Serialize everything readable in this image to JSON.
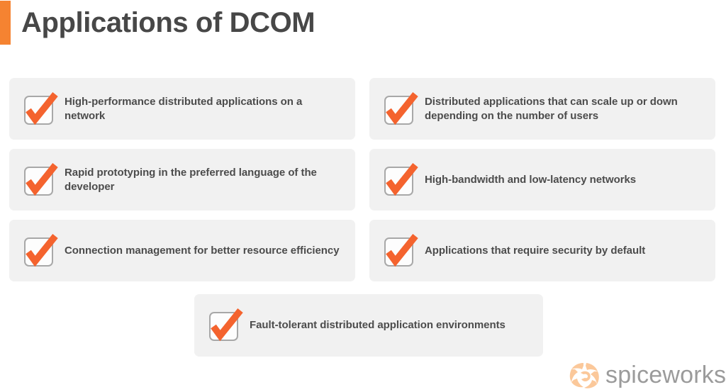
{
  "header": {
    "title": "Applications of DCOM",
    "accent_color": "#f58331"
  },
  "theme": {
    "card_background": "#f1f1f1",
    "text_color": "#4c4c4c",
    "check_color": "#f4632e",
    "checkbox_border": "#a8a8a8",
    "logo_text_color": "#9b9b9b",
    "logo_mark_color": "#fbc89a"
  },
  "cards": [
    {
      "id": "high-performance-distributed-applications",
      "text": "High-performance distributed applications on a network",
      "icon": "checkmark-icon"
    },
    {
      "id": "scalable-distributed-applications",
      "text": "Distributed applications that can scale up or down depending on the number of users",
      "icon": "checkmark-icon"
    },
    {
      "id": "rapid-prototyping",
      "text": "Rapid prototyping in the preferred language of the developer",
      "icon": "checkmark-icon"
    },
    {
      "id": "high-bandwidth-low-latency",
      "text": "High-bandwidth and low-latency networks",
      "icon": "checkmark-icon"
    },
    {
      "id": "connection-management",
      "text": "Connection management for better resource efficiency",
      "icon": "checkmark-icon"
    },
    {
      "id": "security-by-default",
      "text": "Applications that require security by default",
      "icon": "checkmark-icon"
    },
    {
      "id": "fault-tolerant-environments",
      "text": "Fault-tolerant distributed application environments",
      "icon": "checkmark-icon"
    }
  ],
  "logo": {
    "name": "spiceworks",
    "mark": "spiceworks-pinwheel-icon"
  }
}
